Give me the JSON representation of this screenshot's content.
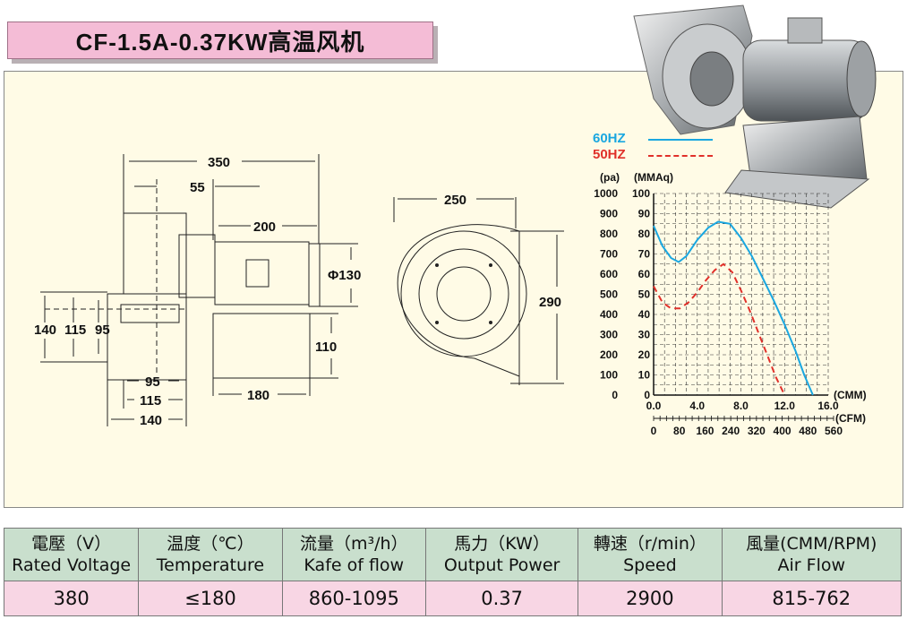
{
  "title": "CF-1.5A-0.37KW高温风机",
  "drawing": {
    "dims": {
      "overall_length": "350",
      "offset_55": "55",
      "motor_length": "200",
      "motor_dia": "Φ130",
      "h_140": "140",
      "h_115": "115",
      "h_95": "95",
      "base_height": "110",
      "base_width": "180",
      "w_95": "95",
      "w_115": "115",
      "w_140": "140",
      "housing_width": "250",
      "housing_height": "290"
    }
  },
  "legend": {
    "hz60": "60HZ",
    "hz50": "50HZ",
    "color60": "#1aa7e0",
    "color50": "#e0302a"
  },
  "chart_data": {
    "type": "line",
    "y_left_label": "(pa)",
    "y_right_label": "(MMAq)",
    "x_top_label": "(CMM)",
    "x_bottom_label": "(CFM)",
    "pa_ticks": [
      "1000",
      "900",
      "800",
      "700",
      "600",
      "500",
      "400",
      "300",
      "200",
      "100",
      "0"
    ],
    "mmaq_ticks": [
      "100",
      "90",
      "80",
      "70",
      "60",
      "50",
      "40",
      "30",
      "20",
      "10",
      "0"
    ],
    "cmm_ticks": [
      "0.0",
      "4.0",
      "8.0",
      "12.0",
      "16.0"
    ],
    "cfm_ticks": [
      "0",
      "80",
      "160",
      "240",
      "320",
      "400",
      "480",
      "560"
    ],
    "xlim": [
      0,
      16
    ],
    "ylim": [
      0,
      100
    ],
    "series": [
      {
        "name": "60HZ",
        "style": "solid",
        "color": "#1aa7e0",
        "x": [
          0,
          0.8,
          1.6,
          2.3,
          3.0,
          4.0,
          5.0,
          5.9,
          7.0,
          8.0,
          9.0,
          10.0,
          11.0,
          12.0,
          13.0,
          13.8,
          14.6
        ],
        "y": [
          84,
          74,
          68,
          66,
          69,
          77,
          83,
          86,
          85,
          78,
          69,
          58,
          47,
          35,
          22,
          10,
          0
        ]
      },
      {
        "name": "50HZ",
        "style": "dashed",
        "color": "#e0302a",
        "x": [
          0,
          0.8,
          1.6,
          2.4,
          3.2,
          4.0,
          4.8,
          5.6,
          6.4,
          7.2,
          8.0,
          8.8,
          9.6,
          10.4,
          11.2,
          12.0
        ],
        "y": [
          54,
          46,
          43,
          43,
          46,
          51,
          57,
          62,
          65,
          61,
          52,
          42,
          31,
          20,
          9,
          0
        ]
      }
    ]
  },
  "table": {
    "headers": [
      {
        "cn": "電壓（V）",
        "en": "Rated Voltage"
      },
      {
        "cn": "温度（℃）",
        "en": "Temperature"
      },
      {
        "cn": "流量（m³/h）",
        "en": "Kafe of flow"
      },
      {
        "cn": "馬力（KW）",
        "en": "Output Power"
      },
      {
        "cn": "轉速（r/min）",
        "en": "Speed"
      },
      {
        "cn": "風量(CMM/RPM)",
        "en": "Air Flow"
      }
    ],
    "values": [
      "380",
      "≤180",
      "860-1095",
      "0.37",
      "2900",
      "815-762"
    ]
  }
}
